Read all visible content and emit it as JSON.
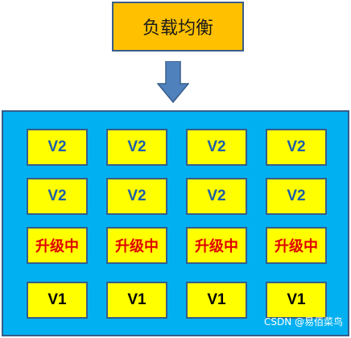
{
  "load_balancer": {
    "label": "负载均衡"
  },
  "cluster": {
    "rows": [
      {
        "kind": "v2",
        "labels": [
          "V2",
          "V2",
          "V2",
          "V2"
        ]
      },
      {
        "kind": "v2",
        "labels": [
          "V2",
          "V2",
          "V2",
          "V2"
        ]
      },
      {
        "kind": "up",
        "labels": [
          "升级中",
          "升级中",
          "升级中",
          "升级中"
        ]
      },
      {
        "kind": "v1",
        "labels": [
          "V1",
          "V1",
          "V1",
          "V1"
        ]
      }
    ]
  },
  "watermark": {
    "text": "CSDN @易佰菜鸟"
  },
  "colors": {
    "load_balancer_fill": "#ffc000",
    "arrow_fill": "#4f81bd",
    "cluster_fill": "#00b0f0",
    "node_fill": "#ffff00",
    "border": "#385d8a",
    "v2_text": "#1f5fa8",
    "upgrading_text": "#e00000",
    "v1_text": "#000000"
  }
}
